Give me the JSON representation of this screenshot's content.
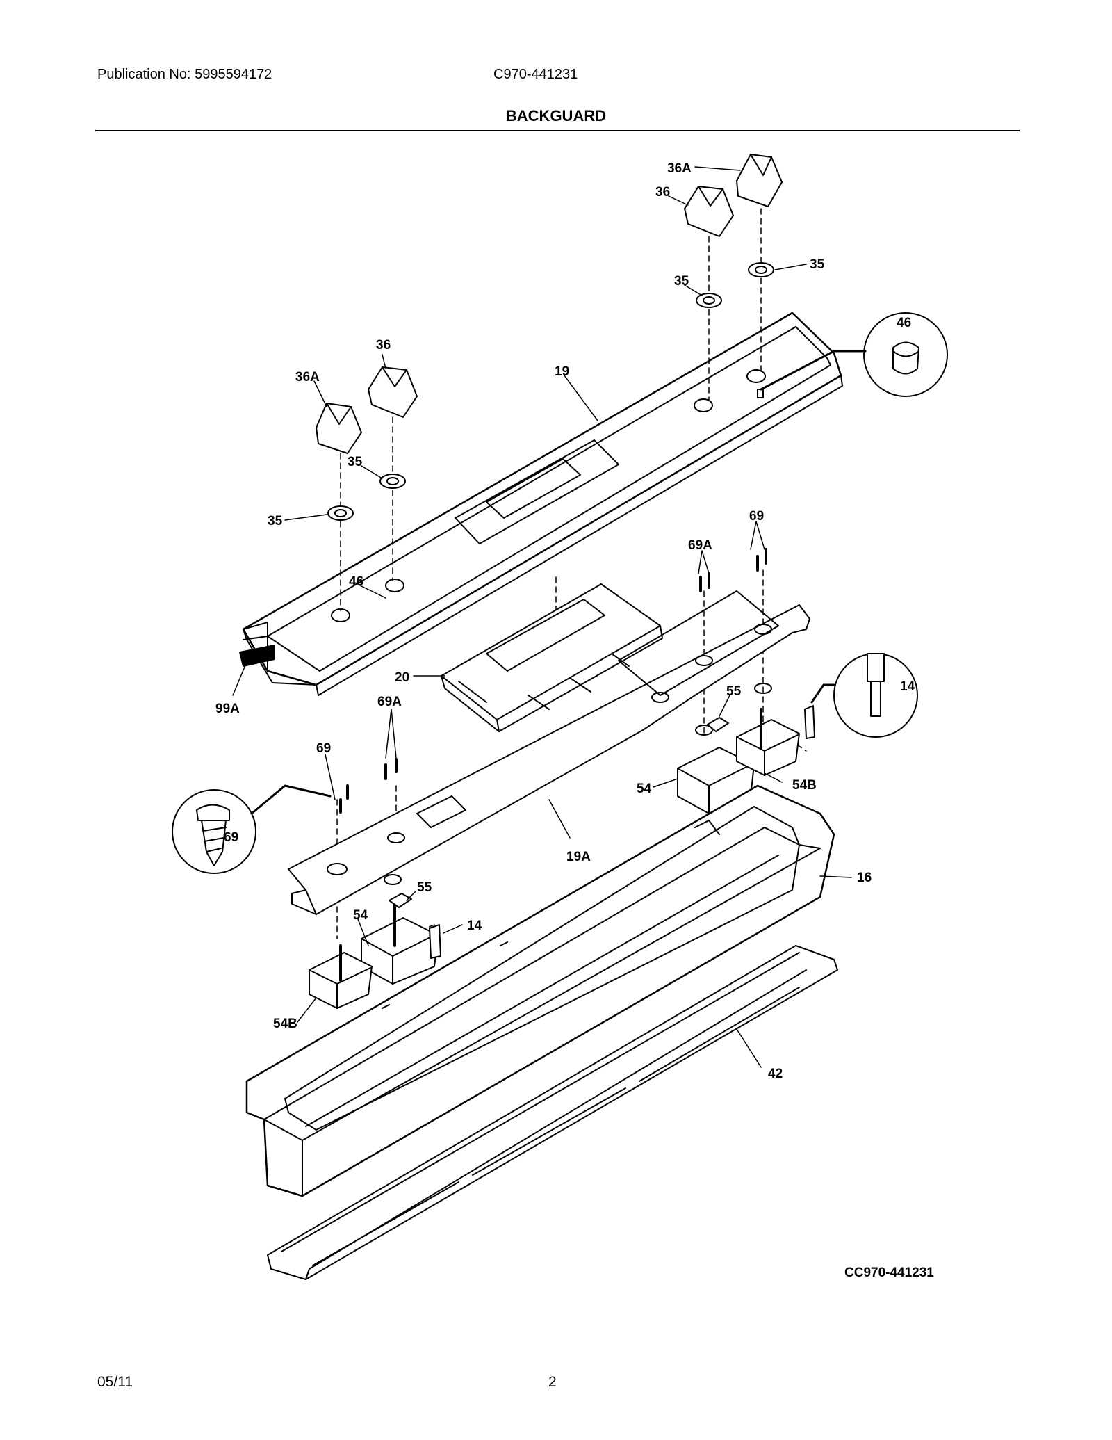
{
  "header": {
    "publication": "Publication No: 5995594172",
    "model": "C970-441231",
    "title": "BACKGUARD"
  },
  "labels": {
    "l36A_top": "36A",
    "l36_top": "36",
    "l35_top_r": "35",
    "l35_top_l": "35",
    "l46_top": "46",
    "l36_left": "36",
    "l36A_left": "36A",
    "l19": "19",
    "l35_mid": "35",
    "l35_left": "35",
    "l46_left": "46",
    "l69_r": "69",
    "l69A_r": "69A",
    "l20": "20",
    "l99A": "99A",
    "l14_r": "14",
    "l55_r": "55",
    "l69A_l": "69A",
    "l69_l": "69",
    "l69_circle": "69",
    "l54_r": "54",
    "l54B_r": "54B",
    "l19A": "19A",
    "l16": "16",
    "l55_l": "55",
    "l54_l": "54",
    "l14_l": "14",
    "l54B_l": "54B",
    "l42": "42"
  },
  "footer": {
    "ref": "CC970-441231",
    "date": "05/11",
    "page": "2"
  }
}
